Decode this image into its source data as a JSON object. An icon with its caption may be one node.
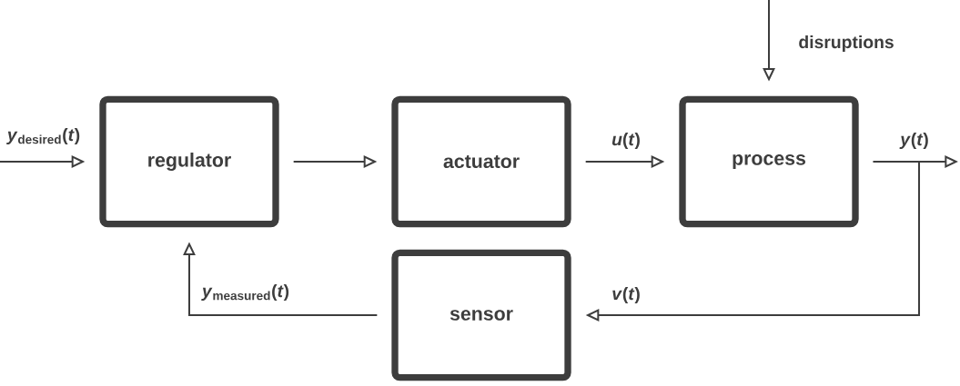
{
  "diagram": {
    "nodes": [
      {
        "text": [
          "regulator"
        ]
      },
      {
        "text": [
          "actuator"
        ]
      },
      {
        "text": [
          "process"
        ]
      },
      {
        "text": [
          "sensor"
        ]
      }
    ],
    "edges": [
      {
        "from": null,
        "to": 0,
        "arrow": "to",
        "label": "*y*$_{desired}$(*t*)"
      },
      {
        "from": 0,
        "to": 1,
        "arrow": "to"
      },
      {
        "from": 1,
        "to": 2,
        "arrow": "to",
        "label": "*u*(*t*)"
      },
      {
        "from": null,
        "to": 2,
        "arrow": "to",
        "label": "disruptions"
      },
      {
        "from": 2,
        "to": null,
        "arrow": "to",
        "label": "*y*(*t*)"
      },
      {
        "from": 2,
        "to": 3,
        "arrow": "to",
        "label": "*v*(*t*)"
      },
      {
        "from": 3,
        "to": 0,
        "arrow": "to",
        "label": "*y*$_{measured}$(*t*)"
      }
    ]
  }
}
